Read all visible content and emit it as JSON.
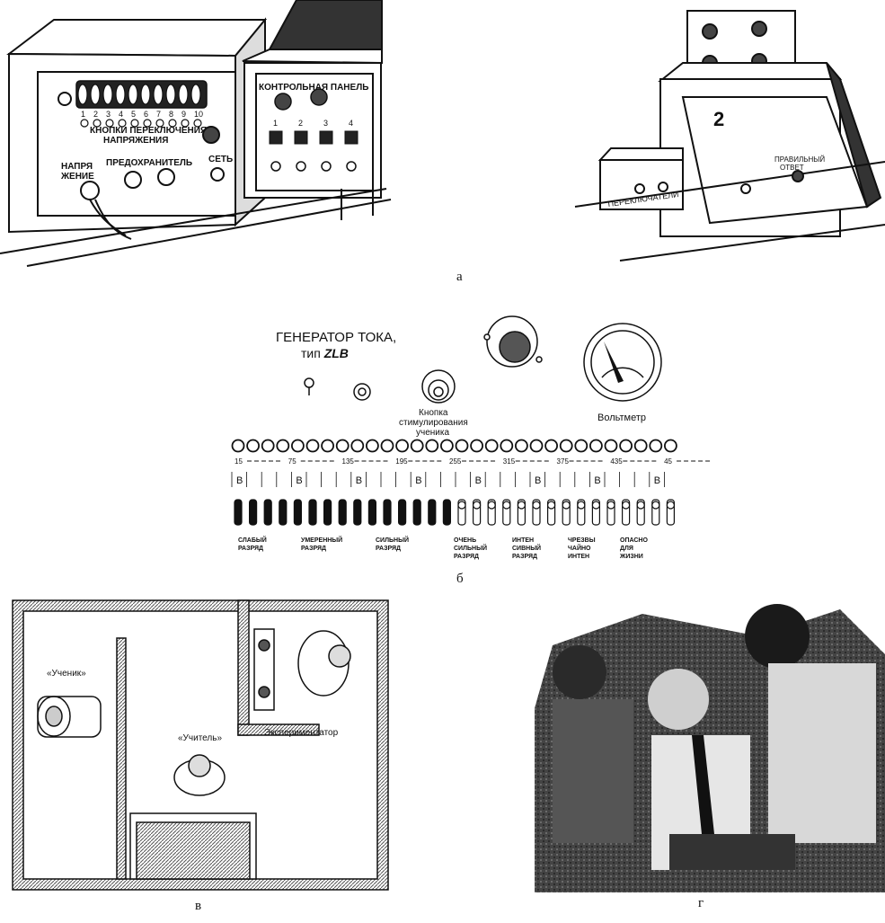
{
  "panel_a": {
    "caption": "а",
    "machine1": {
      "voltage_switch_label_line1": "КНОПКИ ПЕРЕКЛЮЧЕНИЯ",
      "voltage_switch_label_line2": "НАПРЯЖЕНИЯ",
      "control_panel_label": "КОНТРОЛЬНАЯ ПАНЕЛЬ",
      "voltage_label_line1": "НАПРЯ",
      "voltage_label_line2": "ЖЕНИЕ",
      "fuse_label": "ПРЕДОХРАНИТЕЛЬ",
      "network_label": "СЕТЬ",
      "switch_numbers": [
        "1",
        "2",
        "3",
        "4",
        "5",
        "6",
        "7",
        "8",
        "9",
        "10"
      ],
      "control_numbers": [
        "1",
        "2",
        "3",
        "4"
      ]
    },
    "machine2": {
      "number": "2",
      "correct_answer_line1": "ПРАВИЛЬНЫЙ",
      "correct_answer_line2": "ОТВЕТ",
      "switches_label": "ПЕРЕКЛЮЧАТЕЛИ"
    }
  },
  "panel_b": {
    "caption": "б",
    "title_line1": "ГЕНЕРАТОР ТОКА,",
    "title_line2_prefix": "тип ",
    "title_line2_model": "ZLB",
    "button_label_line1": "Кнопка",
    "button_label_line2": "стимулирования",
    "button_label_line3": "ученика",
    "voltmeter_label": "Вольтметр",
    "scale_numbers": [
      "15",
      "75",
      "135",
      "195",
      "255",
      "315",
      "375",
      "435",
      "45"
    ],
    "volt_letter": "В",
    "categories": [
      {
        "line1": "СЛАБЫЙ",
        "line2": "РАЗРЯД",
        "line3": ""
      },
      {
        "line1": "УМЕРЕННЫЙ",
        "line2": "РАЗРЯД",
        "line3": ""
      },
      {
        "line1": "СИЛЬНЫЙ",
        "line2": "РАЗРЯД",
        "line3": ""
      },
      {
        "line1": "ОЧЕНЬ",
        "line2": "СИЛЬНЫЙ",
        "line3": "РАЗРЯД"
      },
      {
        "line1": "ИНТЕН",
        "line2": "СИВНЫЙ",
        "line3": "РАЗРЯД"
      },
      {
        "line1": "ЧРЕЗВЫ",
        "line2": "ЧАЙНО",
        "line3": "ИНТЕН"
      },
      {
        "line1": "ОПАСНО",
        "line2": "ДЛЯ",
        "line3": "ЖИЗНИ"
      }
    ]
  },
  "panel_v": {
    "caption": "в",
    "student_label": "«Ученик»",
    "teacher_label": "«Учитель»",
    "experimenter_label": "Экспериментатор"
  },
  "panel_g": {
    "caption": "г"
  }
}
